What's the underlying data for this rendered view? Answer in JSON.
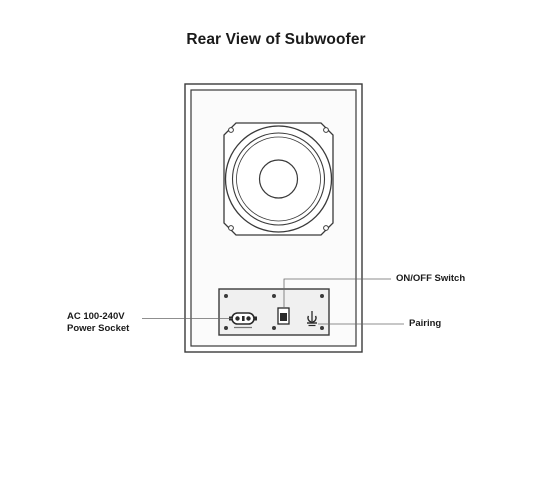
{
  "title": "Rear View of Subwoofer",
  "labels": {
    "power_socket_line1": "AC 100-240V",
    "power_socket_line2": "Power Socket",
    "switch": "ON/OFF Switch",
    "pairing": "Pairing"
  },
  "colors": {
    "outline": "#3a3a3a",
    "cabinet_inner": "#fafafa",
    "panel": "#f0f0f0"
  }
}
